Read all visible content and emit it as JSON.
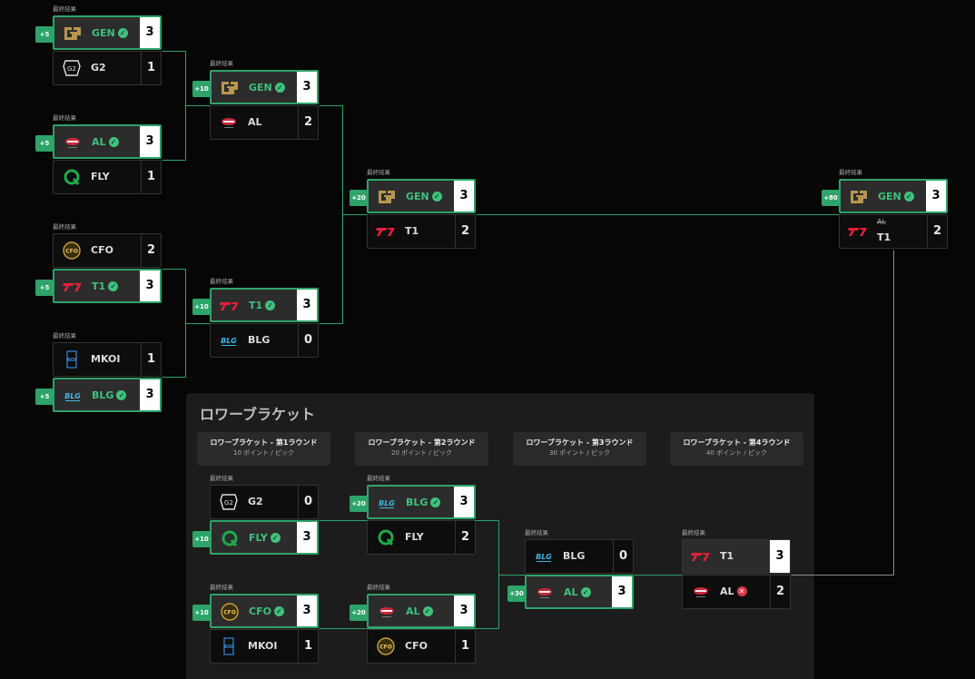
{
  "label_final": "最終結果",
  "colors": {
    "accent": "#2ea36a",
    "accent_text": "#3fc17d",
    "lose": "#e0384a",
    "bg": "#060606"
  },
  "lower_title": "ロワーブラケット",
  "round_heads": [
    {
      "title": "ロワーブラケット - 第1ラウンド",
      "sub": "10 ポイント / ピック"
    },
    {
      "title": "ロワーブラケット - 第2ラウンド",
      "sub": "20 ポイント / ピック"
    },
    {
      "title": "ロワーブラケット - 第3ラウンド",
      "sub": "30 ポイント / ピック"
    },
    {
      "title": "ロワーブラケット - 第4ラウンド",
      "sub": "40 ポイント / ピック"
    }
  ],
  "matches": [
    {
      "top": {
        "team": "GEN",
        "logo": "gen-logo",
        "score": "3",
        "win": true,
        "badge": "+5"
      },
      "bot": {
        "team": "G2",
        "logo": "g2-logo",
        "score": "1"
      }
    },
    {
      "top": {
        "team": "AL",
        "logo": "al-logo",
        "score": "3",
        "win": true,
        "badge": "+5"
      },
      "bot": {
        "team": "FLY",
        "logo": "fly-logo",
        "score": "1"
      }
    },
    {
      "top": {
        "team": "CFO",
        "logo": "cfo-logo",
        "score": "2"
      },
      "bot": {
        "team": "T1",
        "logo": "t1-logo",
        "score": "3",
        "win": true,
        "badge": "+5"
      }
    },
    {
      "top": {
        "team": "MKOI",
        "logo": "mkoi-logo",
        "score": "1"
      },
      "bot": {
        "team": "BLG",
        "logo": "blg-logo",
        "score": "3",
        "win": true,
        "badge": "+5"
      }
    },
    {
      "top": {
        "team": "GEN",
        "logo": "gen-logo",
        "score": "3",
        "win": true,
        "badge": "+10"
      },
      "bot": {
        "team": "AL",
        "logo": "al-logo",
        "score": "2"
      }
    },
    {
      "top": {
        "team": "T1",
        "logo": "t1-logo",
        "score": "3",
        "win": true,
        "badge": "+10"
      },
      "bot": {
        "team": "BLG",
        "logo": "blg-logo",
        "score": "0"
      }
    },
    {
      "top": {
        "team": "GEN",
        "logo": "gen-logo",
        "score": "3",
        "win": true,
        "badge": "+20"
      },
      "bot": {
        "team": "T1",
        "logo": "t1-logo",
        "score": "2"
      }
    },
    {
      "top": {
        "team": "GEN",
        "logo": "gen-logo",
        "score": "3",
        "win": true,
        "badge": "+80"
      },
      "bot": {
        "team": "T1",
        "logo": "t1-logo",
        "score": "2",
        "struck": "AL"
      }
    },
    {
      "top": {
        "team": "G2",
        "logo": "g2-logo",
        "score": "0"
      },
      "bot": {
        "team": "FLY",
        "logo": "fly-logo",
        "score": "3",
        "win": true,
        "badge": "+10"
      }
    },
    {
      "top": {
        "team": "CFO",
        "logo": "cfo-logo",
        "score": "3",
        "win": true,
        "badge": "+10"
      },
      "bot": {
        "team": "MKOI",
        "logo": "mkoi-logo",
        "score": "1"
      }
    },
    {
      "top": {
        "team": "BLG",
        "logo": "blg-logo",
        "score": "3",
        "win": true,
        "badge": "+20"
      },
      "bot": {
        "team": "FLY",
        "logo": "fly-logo",
        "score": "2"
      }
    },
    {
      "top": {
        "team": "AL",
        "logo": "al-logo",
        "score": "3",
        "win": true,
        "badge": "+20"
      },
      "bot": {
        "team": "CFO",
        "logo": "cfo-logo",
        "score": "1"
      }
    },
    {
      "top": {
        "team": "BLG",
        "logo": "blg-logo",
        "score": "0"
      },
      "bot": {
        "team": "AL",
        "logo": "al-logo",
        "score": "3",
        "win": true,
        "badge": "+30"
      }
    },
    {
      "top": {
        "team": "T1",
        "logo": "t1-logo",
        "score": "3",
        "flatwin": true
      },
      "bot": {
        "team": "AL",
        "logo": "al-logo",
        "score": "2",
        "lost": true
      }
    }
  ]
}
